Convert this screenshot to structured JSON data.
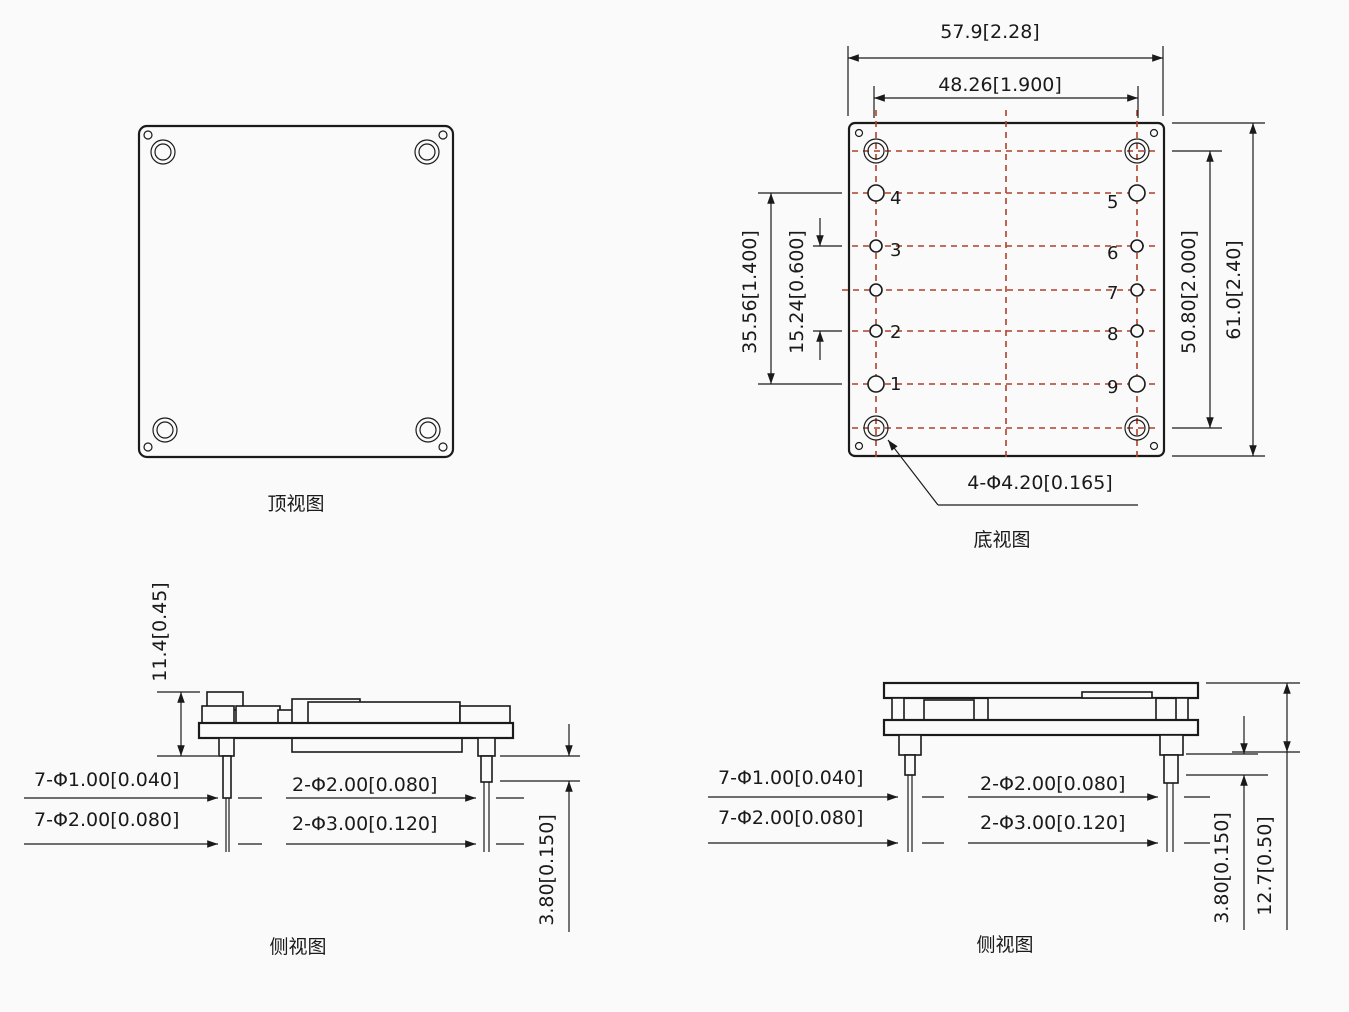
{
  "captions": {
    "top_view": "顶视图",
    "bottom_view": "底视图",
    "side_view_left": "侧视图",
    "side_view_right": "侧视图"
  },
  "bottom_view": {
    "overall_width": "57.9[2.28]",
    "hole_spacing_width": "48.26[1.900]",
    "pin_span": "35.56[1.400]",
    "pin_pitch": "15.24[0.600]",
    "hole_spacing_height": "50.80[2.000]",
    "overall_height": "61.0[2.40]",
    "mount_holes": "4-Φ4.20[0.165]",
    "pins_left": [
      "4",
      "3",
      "2",
      "1"
    ],
    "pins_right": [
      "5",
      "6",
      "7",
      "8",
      "9"
    ]
  },
  "side_view_left": {
    "height": "11.4[0.45]",
    "pin_a_small": "7-Φ1.00[0.040]",
    "pin_a_large": "7-Φ2.00[0.080]",
    "pin_b_small": "2-Φ2.00[0.080]",
    "pin_b_large": "2-Φ3.00[0.120]",
    "pin_length": "3.80[0.150]"
  },
  "side_view_right": {
    "pin_a_small": "7-Φ1.00[0.040]",
    "pin_a_large": "7-Φ2.00[0.080]",
    "pin_b_small": "2-Φ2.00[0.080]",
    "pin_b_large": "2-Φ3.00[0.120]",
    "pin_length": "3.80[0.150]",
    "total_height": "12.7[0.50]"
  }
}
